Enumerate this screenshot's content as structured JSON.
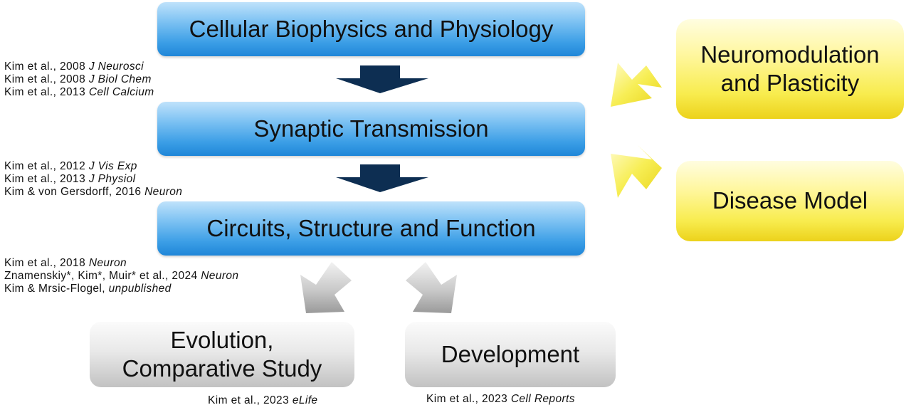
{
  "boxes": {
    "cellular": "Cellular Biophysics and Physiology",
    "synaptic": "Synaptic Transmission",
    "circuits": "Circuits, Structure and Function",
    "neuromod_line1": "Neuromodulation",
    "neuromod_line2": "and Plasticity",
    "disease": "Disease Model",
    "evolution_line1": "Evolution,",
    "evolution_line2": "Comparative Study",
    "development": "Development"
  },
  "refs": {
    "group1": [
      {
        "text": "Kim et al., 2008 ",
        "journal": "J Neurosci"
      },
      {
        "text": "Kim et al., 2008 ",
        "journal": "J Biol Chem"
      },
      {
        "text": "Kim et al., 2013 ",
        "journal": "Cell Calcium"
      }
    ],
    "group2": [
      {
        "text": "Kim et al., 2012 ",
        "journal": "J Vis Exp"
      },
      {
        "text": "Kim et al., 2013 ",
        "journal": "J Physiol"
      },
      {
        "text": "Kim & von Gersdorff, 2016 ",
        "journal": "Neuron"
      }
    ],
    "group3": [
      {
        "text": "Kim et al., 2018 ",
        "journal": "Neuron"
      },
      {
        "text": "Znamenskiy*, Kim*, Muir* et al., 2024 ",
        "journal": "Neuron"
      },
      {
        "text": "Kim & Mrsic-Flogel, ",
        "journal": "unpublished"
      }
    ],
    "evolution": {
      "text": "Kim et al., 2023 ",
      "journal": "eLife"
    },
    "development": {
      "text": "Kim et al., 2023 ",
      "journal": "Cell Reports"
    }
  },
  "colors": {
    "dark_arrow": "#0d2e52",
    "yellow_arrow": "#f3ea3e",
    "grey_arrow": "#a9a9a9"
  }
}
